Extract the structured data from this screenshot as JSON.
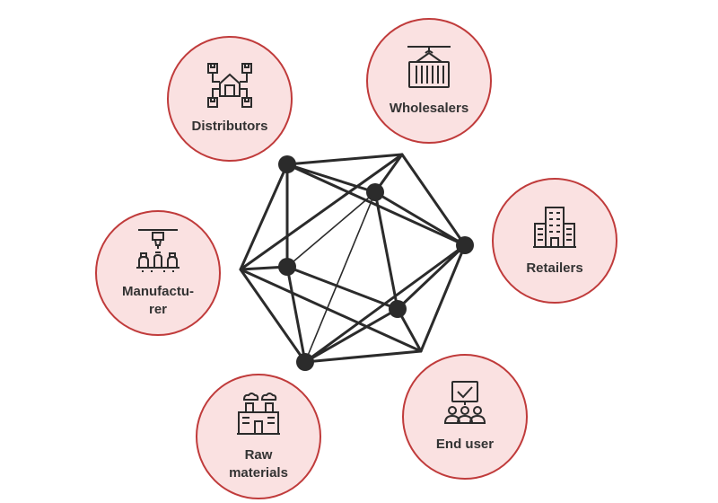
{
  "colors": {
    "node_fill": "#fae1e1",
    "node_border": "#c03b3b",
    "line": "#2b2b2b",
    "text": "#333333"
  },
  "nodes": {
    "distributors": {
      "label": "Distributors",
      "icon": "warehouse-network-icon"
    },
    "wholesalers": {
      "label": "Wholesalers",
      "icon": "shipping-container-icon"
    },
    "retailers": {
      "label": "Retailers",
      "icon": "building-icon"
    },
    "manufacturer": {
      "label": "Manufactu-\nrer",
      "icon": "production-line-icon"
    },
    "raw_materials": {
      "label": "Raw\nmaterials",
      "icon": "factory-icon"
    },
    "end_user": {
      "label": "End user",
      "icon": "approved-users-icon"
    }
  }
}
